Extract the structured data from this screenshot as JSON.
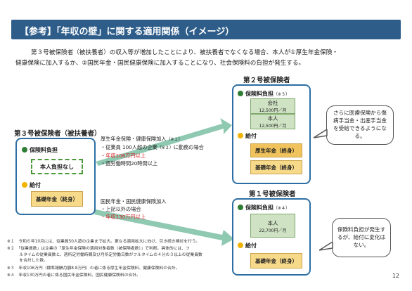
{
  "title": "【参考】「年収の壁」に関する適用関係（イメージ）",
  "intro_line1": "第３号被保険者（被扶養者）の収入等が増加したことにより、被扶養者でなくなる場合、本人が①厚生年金保険・",
  "intro_line2": "健康保険に加入するか、②国民年金・国民健康保険に加入することになり、社会保険料の負担が発生する。",
  "left_card": {
    "heading": "第３号被保険者（被扶養者）",
    "burden_label": "保険料負担",
    "burden_value": "本人負担なし",
    "benefit_label": "給付",
    "benefit_value": "基礎年金（終身）"
  },
  "path1": {
    "line1": "厚生年金保険・健康保険加入",
    "note1": "（※１）",
    "line2": "・従業員 100人超の企業",
    "note2": "（※２）",
    "line2b": "に勤務の場合",
    "line3": "・年収106万円以上",
    "line4": "・週労働時間20時間以上"
  },
  "path2": {
    "line1": "国民年金・国民健康保険加入",
    "line2": "・上記以外の場合",
    "line3": "・年収130万円以上"
  },
  "card2": {
    "heading": "第２号被保険者",
    "burden_label": "保険料負担",
    "burden_note": "（※３）",
    "company_label": "会社",
    "company_value": "12,500円／月",
    "person_label": "本人",
    "person_value": "12,500円／月",
    "benefit_label": "給付",
    "benefit1": "厚生年金（終身）",
    "benefit2": "基礎年金（終身）"
  },
  "bubble1": "さらに医療保険から傷病手当金・出産手当金を受給できるようになる。",
  "card1": {
    "heading": "第１号被保険者",
    "burden_label": "保険料負担",
    "burden_note": "（※４）",
    "person_label": "本人",
    "person_value": "22,700円／月",
    "benefit_label": "給付",
    "benefit1": "基礎年金（終身）"
  },
  "bubble2": "保険料負担が発生するが、給付に変化はない。",
  "footnotes": [
    "※１　令和６年10月には、従業員50人超の企業まで拡大。更なる適用拡大に向け、引き続き検討を行う。",
    "※２　「従業員数」は企業の「厚生年金保険の適用対象者数（被保険者数）」で判断。具体的には、フ",
    "　　　ルタイムの従業員数と、週所定労働時間及び月所定労働日数がフルタイムの４分の３以上の従業員数",
    "　　　を合計した数。",
    "※３　年収106万円（標準報酬月額8.8万円）の者に係る厚生年金保険料、健康保険料の合計。",
    "※４　年収130万円の者に係る国民年金保険料、国民健康保険料の合計。"
  ],
  "page_number": "12",
  "colors": {
    "title_bg": "#2e5d8a",
    "card_border": "#2c6ea3",
    "arrow": "#8fc9b2",
    "accent_red": "#d0201d"
  }
}
